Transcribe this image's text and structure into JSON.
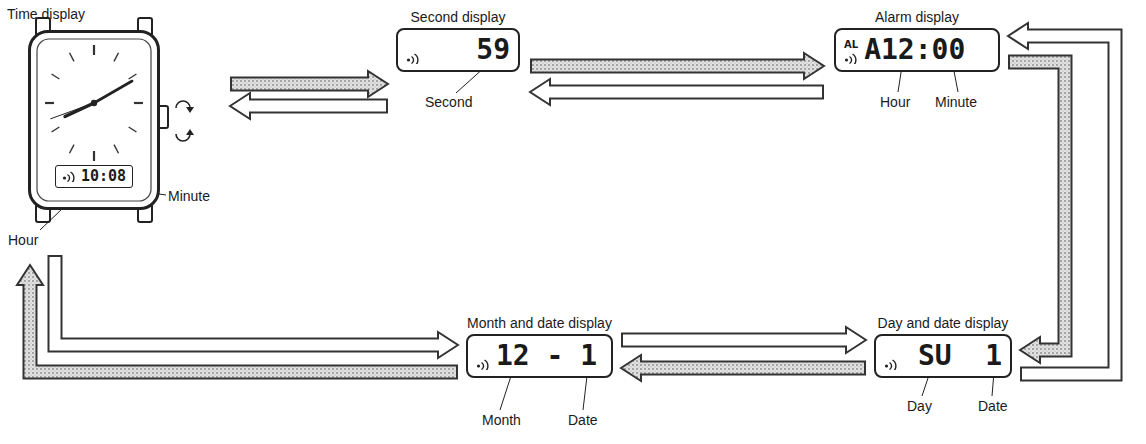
{
  "diagram": {
    "nodes": [
      {
        "text": [
          "Time display",
          "10:08"
        ]
      },
      {
        "text": [
          "Second display",
          "59"
        ]
      },
      {
        "text": [
          "Alarm display",
          "AL",
          "A12:00"
        ]
      },
      {
        "text": [
          "Day and date display",
          "SU",
          "1"
        ]
      },
      {
        "text": [
          "Month and date display",
          "12 - 1"
        ]
      }
    ],
    "edges": [
      {
        "from": 0,
        "to": 1,
        "arrow": "to"
      },
      {
        "from": 1,
        "to": 2,
        "arrow": "to"
      },
      {
        "from": 2,
        "to": 3,
        "arrow": "to"
      },
      {
        "from": 3,
        "to": 4,
        "arrow": "to"
      },
      {
        "from": 4,
        "to": 0,
        "arrow": "to"
      },
      {
        "from": 1,
        "to": 0,
        "arrow": "to"
      },
      {
        "from": 2,
        "to": 1,
        "arrow": "to"
      },
      {
        "from": 3,
        "to": 2,
        "arrow": "to"
      },
      {
        "from": 4,
        "to": 3,
        "arrow": "to"
      },
      {
        "from": 0,
        "to": 4,
        "arrow": "to"
      }
    ],
    "labels": [
      "Hour",
      "Minute",
      "Second",
      "Hour",
      "Minute",
      "Day",
      "Date",
      "Month",
      "Date"
    ]
  }
}
